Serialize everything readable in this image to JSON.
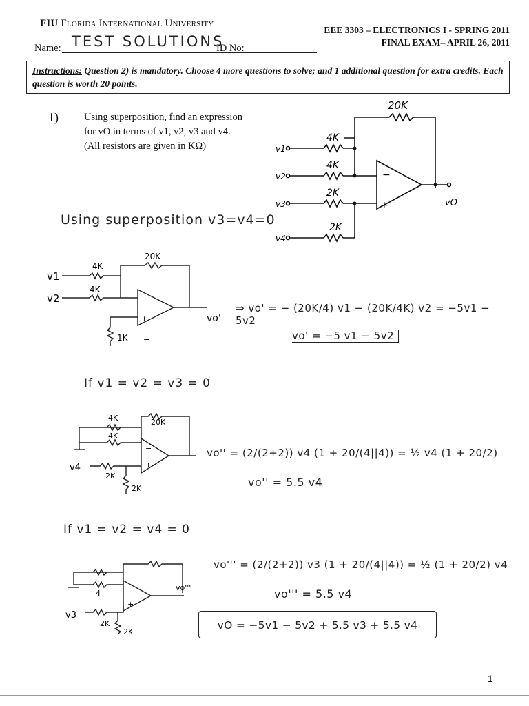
{
  "header": {
    "university_prefix": "FIU ",
    "university_name": "Florida International University",
    "course": "EEE 3303 – ELECTRONICS I - SPRING 2011",
    "exam": "FINAL EXAM– APRIL 26, 2011",
    "name_label": "Name:",
    "name_value": "TEST SOLUTIONS",
    "id_label": "ID No:"
  },
  "instructions": {
    "label": "Instructions:",
    "text": " Question 2) is mandatory. Choose 4 more questions to solve; and 1 additional question for extra credits. Each question is worth 20 points."
  },
  "question": {
    "number": "1)",
    "line1": "Using superposition, find an expression",
    "line2": "for vO in terms of v1, v2, v3 and v4.",
    "line3": "(All resistors are given in KΩ)"
  },
  "circuit": {
    "r_feedback": "20K",
    "r1": "4K",
    "r2": "4K",
    "r3": "2K",
    "r4": "2K",
    "in1": "v1",
    "in2": "v2",
    "in3": "v3",
    "in4": "v4",
    "out": "vO"
  },
  "handwriting": {
    "step1_title": "Using superposition v3=v4=0",
    "step1_eq": "⇒ vo' = − (20K/4) v1 − (20K/4K) v2 = −5v1 − 5v2",
    "step1_result": "vo' = −5 v1 − 5v2",
    "step2_title": "If v1 = v2 = v3 = 0",
    "step2_eq": "vo'' = (2/(2+2)) v4 (1 + 20/(4||4)) = ½ v4 (1 + 20/2)",
    "step2_result": "vo'' = 5.5 v4",
    "step3_title": "If v1 = v2 = v4 = 0",
    "step3_eq": "vo''' = (2/(2+2)) v3 (1 + 20/(4||4)) = ½ (1 + 20/2) v4",
    "step3_result": "vo''' = 5.5 v4",
    "final": "vO = −5v1 − 5v2 + 5.5 v3 + 5.5 v4",
    "sketch_labels": {
      "s1_r20": "20K",
      "s1_r4a": "4K",
      "s1_r4b": "4K",
      "s1_in1": "v1",
      "s1_in2": "v2",
      "s1_rg": "1K",
      "s1_out": "vo'",
      "s2_r4a": "4K",
      "s2_r4b": "4K",
      "s2_r20": "20K",
      "s2_in4": "v4",
      "s2_r2": "2K",
      "s2_rg": "2K",
      "s3_r4": "4",
      "s3_in3": "v3",
      "s3_r2": "2K",
      "s3_rg": "2K",
      "s3_out": "vo'''"
    }
  },
  "page": {
    "number": "1"
  }
}
